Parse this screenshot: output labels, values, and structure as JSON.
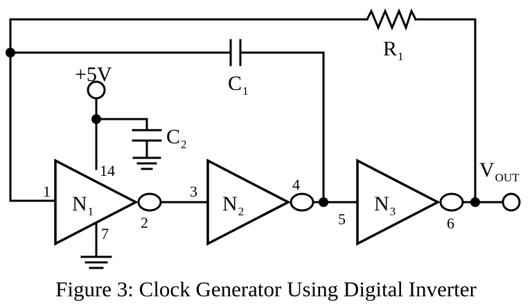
{
  "caption": "Figure 3: Clock Generator Using Digital Inverter",
  "supply": "+5V",
  "output": {
    "main": "V",
    "sub": "OUT"
  },
  "components": {
    "R1": {
      "main": "R",
      "sub": "1"
    },
    "C1": {
      "main": "C",
      "sub": "1"
    },
    "C2": {
      "main": "C",
      "sub": "2"
    }
  },
  "inverters": [
    {
      "main": "N",
      "sub": "1",
      "input_pin": "1",
      "output_pin": "2",
      "vcc_pin": "14",
      "gnd_pin": "7"
    },
    {
      "main": "N",
      "sub": "2",
      "input_pin": "3",
      "output_pin": "4"
    },
    {
      "main": "N",
      "sub": "3",
      "input_pin": "5",
      "output_pin": "6"
    }
  ]
}
